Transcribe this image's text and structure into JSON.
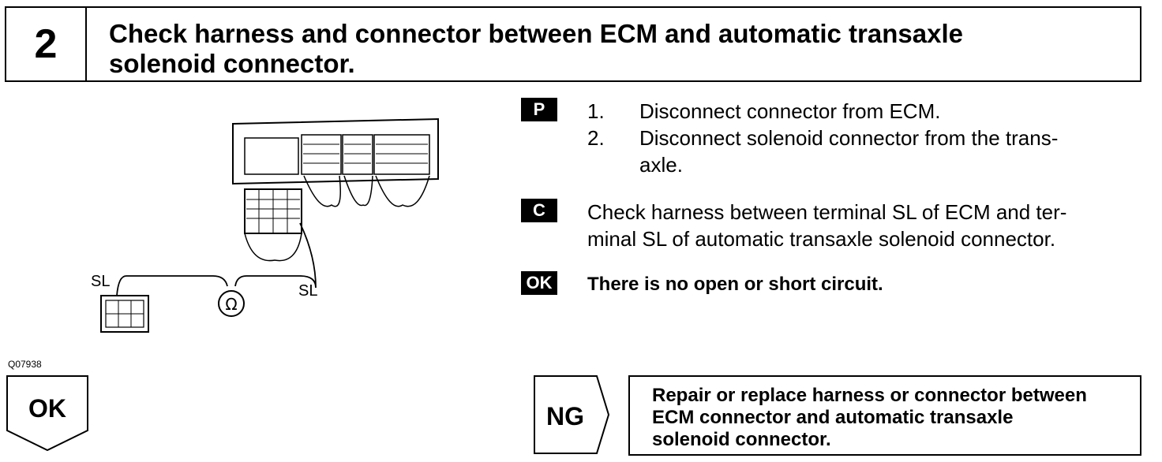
{
  "step": {
    "number": "2",
    "title_line1": "Check harness and connector between ECM and automatic transaxle",
    "title_line2": "solenoid connector."
  },
  "diagram": {
    "label_left": "SL",
    "label_right": "SL",
    "figure_code": "Q07938"
  },
  "procedure": {
    "tag": "P",
    "items": [
      {
        "num": "1.",
        "line1": "Disconnect connector from ECM.",
        "line2": ""
      },
      {
        "num": "2.",
        "line1": "Disconnect solenoid connector from the trans-",
        "line2": "axle."
      }
    ]
  },
  "check": {
    "tag": "C",
    "line1": "Check harness between terminal SL of ECM and ter-",
    "line2": "minal SL of automatic transaxle solenoid connector."
  },
  "ok_result": {
    "tag": "OK",
    "text": "There is no open or short circuit."
  },
  "branches": {
    "ok_label": "OK",
    "ng_label": "NG",
    "ng_action_line1": "Repair or replace harness or connector between",
    "ng_action_line2": "ECM connector and automatic transaxle",
    "ng_action_line3": "solenoid connector."
  }
}
